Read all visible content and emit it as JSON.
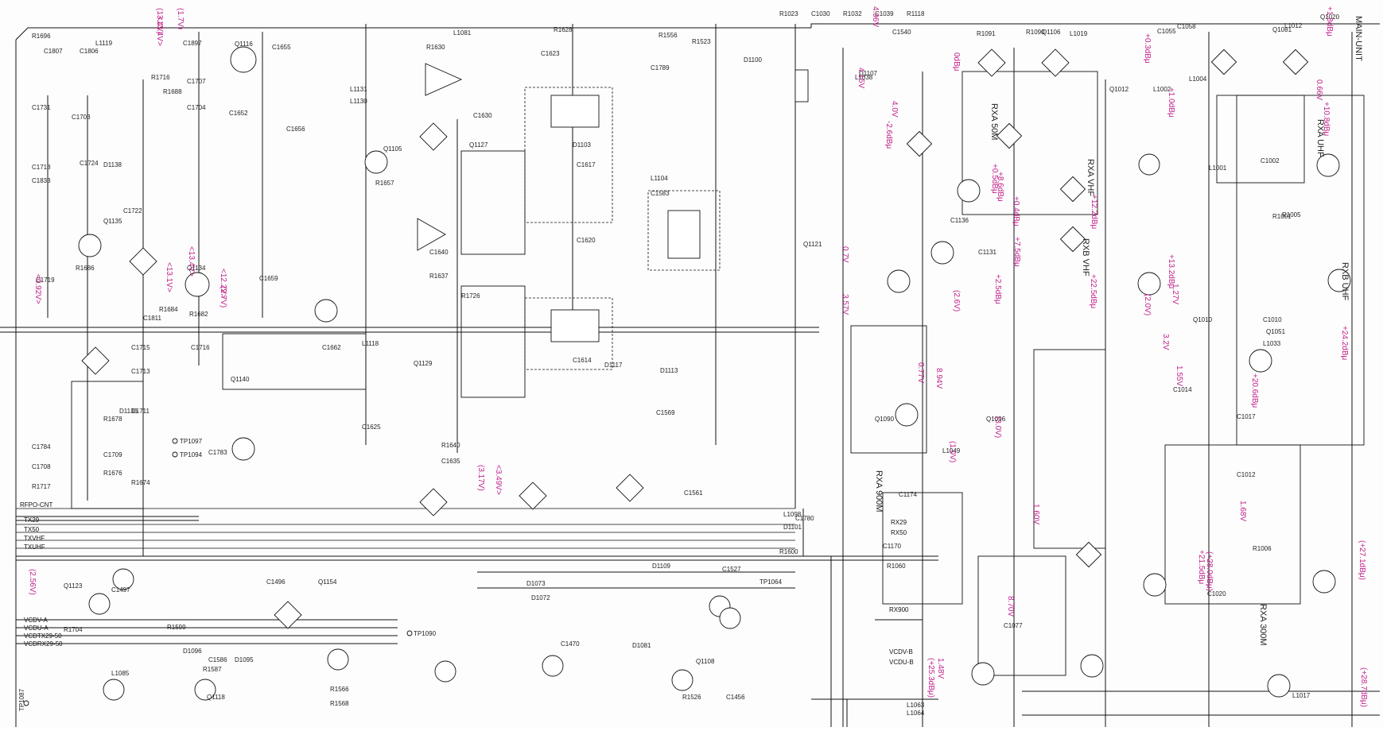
{
  "header": {
    "main_unit_label": "MAIN-UNIT",
    "mag_color": "#c0208a",
    "ink_color": "#111111"
  },
  "sections": [
    {
      "id": "rxa-50m",
      "label": "RXA 50M"
    },
    {
      "id": "rxa-vhf",
      "label": "RXA VHF"
    },
    {
      "id": "rxa-uhf",
      "label": "RXA UHF"
    },
    {
      "id": "rxb-vhf",
      "label": "RXB VHF"
    },
    {
      "id": "rxb-uhf",
      "label": "RXB UHF"
    },
    {
      "id": "rxa-900m",
      "label": "RXA 900M"
    },
    {
      "id": "rxa-300m",
      "label": "RXA 300M"
    }
  ],
  "left_signals": [
    "RFPO-CNT",
    "TX29",
    "TX50",
    "TXVHF",
    "TXUHF",
    "VCDV-A",
    "VCDU-A",
    "VCDTX29-50",
    "VCDRX29-50"
  ],
  "center_signals": [
    "RX29",
    "RX50",
    "RX900",
    "VCDV-B",
    "VCDU-B"
  ],
  "test_points": [
    "TP1097",
    "TP1094",
    "TP1090",
    "TP1087"
  ],
  "voltage_annotations": [
    "(13.4V)",
    "(1.7V)",
    "<13.4V>",
    "<13.1V>",
    "<13.4V>",
    "<12.2V>",
    "(2.7V)",
    "<0.92V>",
    "(2.56V)",
    "(3.17V)",
    "<3.49V>",
    "4.96V",
    "4.15V",
    "0dBμ",
    "4.0V",
    "-2.6dBμ",
    "+0.3dBμ",
    "+1.8dBμ",
    "+10.8dBμ",
    "0.66V",
    "+1.0dBμ",
    "+0.5dBμ",
    "+0.4dBμ",
    "0.7V",
    "3.57V",
    "+7.5dBμ",
    "+8.6dBμ",
    "0.77V",
    "8.94V",
    "(2.6V)",
    "(1.0V)",
    "(3.0V)",
    "+2.5dBμ",
    "+22.5dBμ",
    "+12.2dBμ",
    "+13.2dBμ",
    "1.27V",
    "(2.0V)",
    "3.2V",
    "+24.2dBμ",
    "+20.6dBμ",
    "1.55V",
    "1.60V",
    "8.70V",
    "1.68V",
    "+21.5dBμ",
    "(+28.0dBμ)",
    "(+25.3dBμ)",
    "1.48V",
    "(+27.1dBμ)",
    "(+28.7dBμ)"
  ],
  "component_labels": [
    "R1696",
    "C1807",
    "C1806",
    "L1119",
    "C1897",
    "Q1116",
    "R1716",
    "C1707",
    "R1688",
    "C1704",
    "C1731",
    "C1703",
    "C1718",
    "C1724",
    "D1138",
    "C1833",
    "C1722",
    "Q1135",
    "R1686",
    "C1719",
    "C1811",
    "R1684",
    "R1682",
    "Q1134",
    "C1715",
    "C1716",
    "Q1140",
    "C1713",
    "C1711",
    "R1678",
    "D1136",
    "C1709",
    "R1676",
    "R1674",
    "C1708",
    "C1784",
    "R1717",
    "C1783",
    "Q1154",
    "C1496",
    "C1497",
    "Q1123",
    "R1704",
    "R1599",
    "C1586",
    "R1587",
    "D1096",
    "D1095",
    "Q1118",
    "R1566",
    "R1568",
    "L1085",
    "C1652",
    "C1656",
    "C1655",
    "L1131",
    "L1130",
    "Q1105",
    "R1657",
    "C1659",
    "C1662",
    "L1118",
    "C1625",
    "R1630",
    "L1081",
    "Q1127",
    "R1628",
    "C1623",
    "C1630",
    "C1640",
    "R1637",
    "R1726",
    "Q1129",
    "R1640",
    "C1635",
    "D1103",
    "C1617",
    "C1620",
    "C1614",
    "D1117",
    "D1113",
    "R1556",
    "C1789",
    "L1104",
    "C1583",
    "C1569",
    "C1561",
    "L1098",
    "D1101",
    "C1527",
    "D1109",
    "R1600",
    "D1073",
    "D1072",
    "C1470",
    "D1081",
    "Q1108",
    "R1526",
    "C1456",
    "R1523",
    "TP1064",
    "C1780",
    "Q1121",
    "D1100",
    "C1540",
    "D1107",
    "L1038",
    "C1136",
    "C1131",
    "Q1096",
    "Q1090",
    "L1049",
    "C1170",
    "R1060",
    "C1174",
    "L1063",
    "L1064",
    "C1077",
    "R1091",
    "R1090",
    "Q1106",
    "L1019",
    "C1055",
    "C1058",
    "Q1081",
    "L1012",
    "Q1020",
    "L1004",
    "C1002",
    "L1001",
    "R1001",
    "R1005",
    "Q1012",
    "L1002",
    "C1010",
    "Q1051",
    "L1033",
    "Q1010",
    "C1017",
    "C1014",
    "C1012",
    "R1006",
    "C1020",
    "L1017",
    "R1023",
    "C1030",
    "R1032",
    "C1039",
    "R1118"
  ]
}
